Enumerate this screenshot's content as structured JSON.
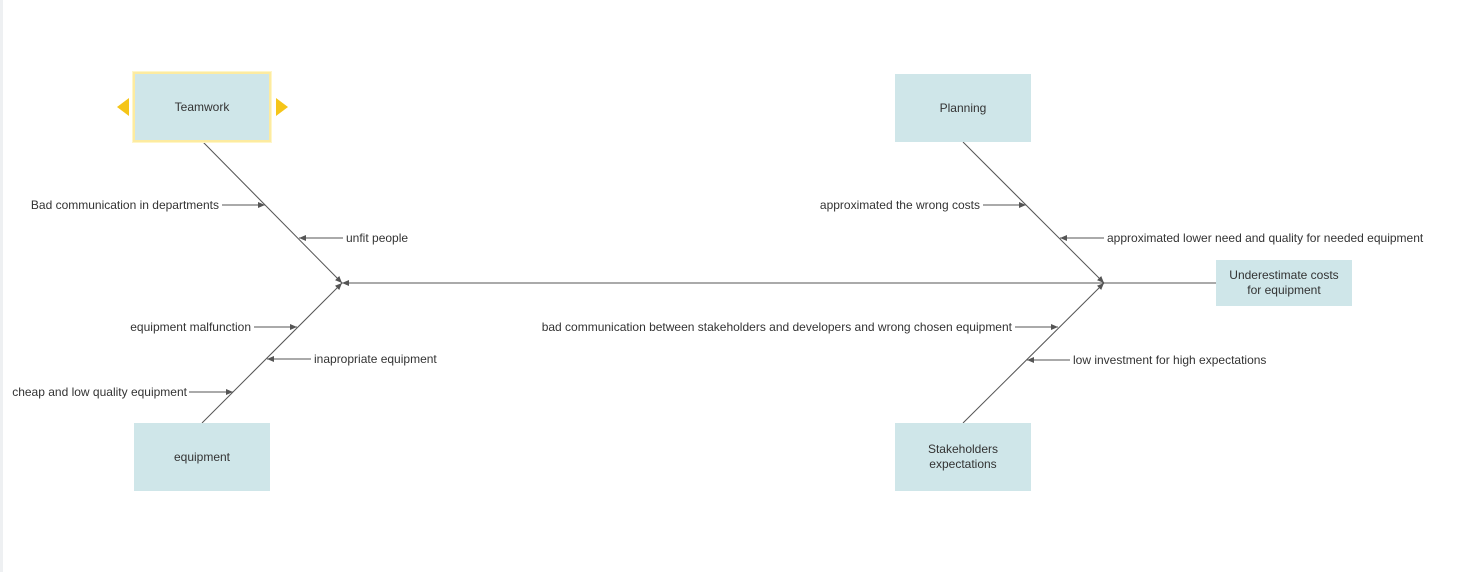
{
  "diagram": {
    "effect": "Underestimate costs\nfor equipment",
    "categories": {
      "teamwork": "Teamwork",
      "planning": "Planning",
      "equipment": "equipment",
      "stakeholders": "Stakeholders\nexpectations"
    },
    "causes": {
      "teamwork_1": "Bad communication in departments",
      "teamwork_2": "unfit people",
      "equipment_1": "equipment malfunction",
      "equipment_2": "inapropriate equipment",
      "equipment_3": "cheap and low quality equipment",
      "planning_1": "approximated the wrong costs",
      "planning_2": "approximated lower need and quality for needed equipment",
      "stakeholders_1": "bad communication between stakeholders and developers and wrong chosen equipment",
      "stakeholders_2": "low investment for high expectations"
    },
    "colors": {
      "box_fill": "#cfe6e9",
      "line": "#555555",
      "selection_handle": "#f5c518",
      "selection_border": "#fdeba0"
    }
  }
}
